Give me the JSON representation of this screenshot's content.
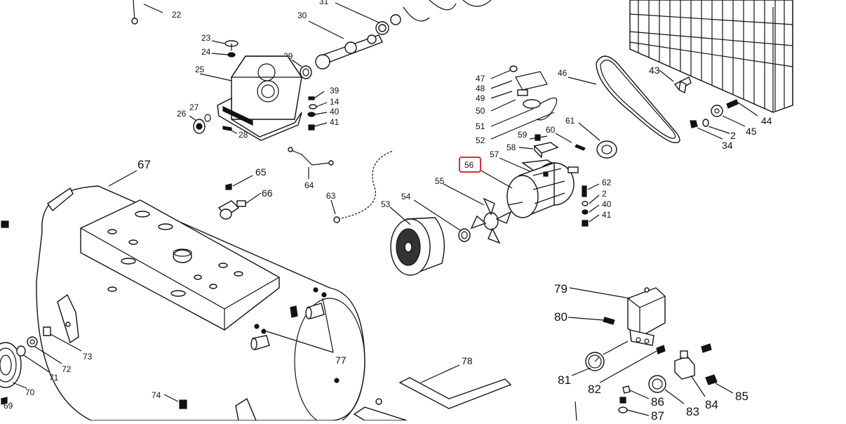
{
  "highlight": {
    "label": "56",
    "color": "#d0323f"
  },
  "labels": {
    "l22": "22",
    "l30": "30",
    "l31": "31",
    "l23": "23",
    "l24": "24",
    "l25": "25",
    "l29": "29",
    "l26": "26",
    "l27": "27",
    "l28": "28",
    "l39": "39",
    "l14": "14",
    "l40a": "40",
    "l41a": "41",
    "l47": "47",
    "l48": "48",
    "l49": "49",
    "l50": "50",
    "l51": "51",
    "l52": "52",
    "l59": "59",
    "l60": "60",
    "l61": "61",
    "l58": "58",
    "l57": "57",
    "l56": "56",
    "l62": "62",
    "l2a": "2",
    "l40b": "40",
    "l41b": "41",
    "l46": "46",
    "l43": "43",
    "l44": "44",
    "l45": "45",
    "l2b": "2",
    "l34": "34",
    "l67": "67",
    "l65": "65",
    "l66": "66",
    "l64": "64",
    "l63": "63",
    "l53": "53",
    "l54": "54",
    "l55": "55",
    "l73": "73",
    "l72": "72",
    "l71": "71",
    "l70": "70",
    "l69": "69",
    "l74": "74",
    "l77": "77",
    "l78": "78",
    "l79": "79",
    "l80": "80",
    "l81": "81",
    "l82": "82",
    "l83": "83",
    "l84": "84",
    "l85": "85",
    "l86": "86",
    "l87": "87"
  }
}
